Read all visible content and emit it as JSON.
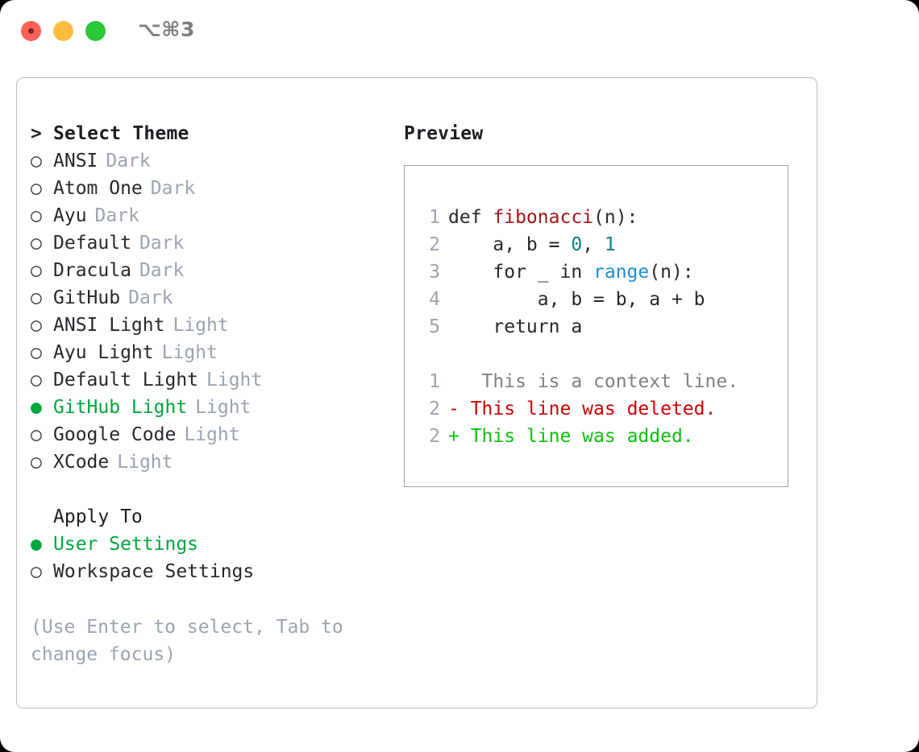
{
  "titlebar": {
    "shortcut": "⌥⌘3",
    "buttons": [
      {
        "name": "close",
        "color": "#fc6058"
      },
      {
        "name": "minimize",
        "color": "#fdbc40"
      },
      {
        "name": "zoom",
        "color": "#2ac93a"
      }
    ]
  },
  "theme_picker": {
    "header": {
      "marker": ">",
      "label": "Select Theme"
    },
    "items": [
      {
        "marker": "○",
        "name": "ANSI",
        "variant": "Dark",
        "selected": false
      },
      {
        "marker": "○",
        "name": "Atom One",
        "variant": "Dark",
        "selected": false
      },
      {
        "marker": "○",
        "name": "Ayu",
        "variant": "Dark",
        "selected": false
      },
      {
        "marker": "○",
        "name": "Default",
        "variant": "Dark",
        "selected": false
      },
      {
        "marker": "○",
        "name": "Dracula",
        "variant": "Dark",
        "selected": false
      },
      {
        "marker": "○",
        "name": "GitHub",
        "variant": "Dark",
        "selected": false
      },
      {
        "marker": "○",
        "name": "ANSI Light",
        "variant": "Light",
        "selected": false
      },
      {
        "marker": "○",
        "name": "Ayu Light",
        "variant": "Light",
        "selected": false
      },
      {
        "marker": "○",
        "name": "Default Light",
        "variant": "Light",
        "selected": false
      },
      {
        "marker": "●",
        "name": "GitHub Light",
        "variant": "Light",
        "selected": true
      },
      {
        "marker": "○",
        "name": "Google Code",
        "variant": "Light",
        "selected": false
      },
      {
        "marker": "○",
        "name": "XCode",
        "variant": "Light",
        "selected": false
      }
    ]
  },
  "apply_to": {
    "header": "Apply To",
    "items": [
      {
        "marker": "●",
        "name": "User Settings",
        "selected": true
      },
      {
        "marker": "○",
        "name": "Workspace Settings",
        "selected": false
      }
    ]
  },
  "hint": "(Use Enter to select, Tab to change focus)",
  "preview": {
    "title": "Preview",
    "code_lines": [
      {
        "no": "1",
        "parts": [
          {
            "t": "def ",
            "c": "plain"
          },
          {
            "t": "fibonacci",
            "c": "fn"
          },
          {
            "t": "(n):",
            "c": "plain"
          }
        ]
      },
      {
        "no": "2",
        "parts": [
          {
            "t": "    a, b = ",
            "c": "plain"
          },
          {
            "t": "0",
            "c": "num"
          },
          {
            "t": ", ",
            "c": "plain"
          },
          {
            "t": "1",
            "c": "num"
          }
        ]
      },
      {
        "no": "3",
        "parts": [
          {
            "t": "    for _ in ",
            "c": "plain"
          },
          {
            "t": "range",
            "c": "call"
          },
          {
            "t": "(n):",
            "c": "plain"
          }
        ]
      },
      {
        "no": "4",
        "parts": [
          {
            "t": "        a, b = b, a + b",
            "c": "plain"
          }
        ]
      },
      {
        "no": "5",
        "parts": [
          {
            "t": "    return a",
            "c": "plain"
          }
        ]
      }
    ],
    "diff_lines": [
      {
        "no": "1",
        "sign": " ",
        "text": "  This is a context line.",
        "kind": "ctx"
      },
      {
        "no": "2",
        "sign": "-",
        "text": " This line was deleted.",
        "kind": "del"
      },
      {
        "no": "2",
        "sign": "+",
        "text": " This line was added.",
        "kind": "add"
      }
    ]
  },
  "colors": {
    "accent_green": "#00a63f",
    "diff_add": "#0ac20a",
    "diff_del": "#cc0000",
    "muted": "#9aa4b2",
    "keyword_fn": "#a31515",
    "number": "#0d8080",
    "call": "#1a8fd1"
  }
}
